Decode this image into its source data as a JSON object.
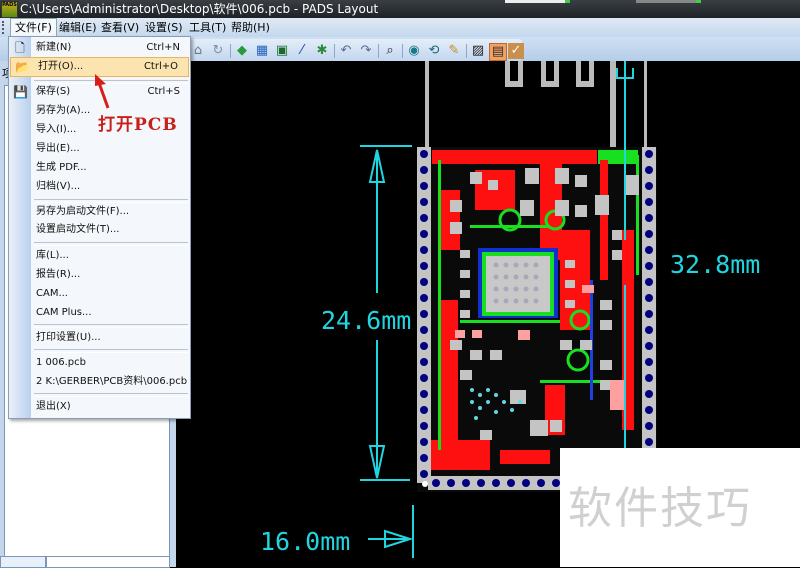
{
  "window": {
    "title": "C:\\Users\\Administrator\\Desktop\\软件\\006.pcb - PADS Layout",
    "app_icon_label": "PADS"
  },
  "menubar": {
    "items": [
      {
        "label": "文件(F)"
      },
      {
        "label": "编辑(E)"
      },
      {
        "label": "查看(V)"
      },
      {
        "label": "设置(S)"
      },
      {
        "label": "工具(T)"
      },
      {
        "label": "帮助(H)"
      }
    ]
  },
  "toolbar": {
    "icons": [
      "home-icon",
      "refresh-icon",
      "add-component-icon",
      "route-icon",
      "board-outline-icon",
      "trace-icon",
      "cluster-icon",
      "undo-icon",
      "redo-icon",
      "zoom-icon",
      "view-net-icon",
      "rotate-view-icon",
      "brush-icon",
      "screenshot-icon",
      "window-layout-icon",
      "design-verify-icon"
    ]
  },
  "left_panel": {
    "label": "项"
  },
  "file_menu": {
    "items": [
      {
        "label": "新建(N)",
        "shortcut": "Ctrl+N",
        "icon": "new-file-icon"
      },
      {
        "label": "打开(O)...",
        "shortcut": "Ctrl+O",
        "icon": "open-folder-icon",
        "highlighted": true
      },
      {
        "label": "保存(S)",
        "shortcut": "Ctrl+S",
        "icon": "save-icon"
      },
      {
        "label": "另存为(A)..."
      },
      {
        "label": "导入(I)..."
      },
      {
        "label": "导出(E)..."
      },
      {
        "label": "生成 PDF..."
      },
      {
        "label": "归档(V)..."
      },
      {
        "label": "另存为启动文件(F)..."
      },
      {
        "label": "设置启动文件(T)..."
      },
      {
        "label": "库(L)..."
      },
      {
        "label": "报告(R)..."
      },
      {
        "label": "CAM..."
      },
      {
        "label": "CAM Plus..."
      },
      {
        "label": "打印设置(U)..."
      },
      {
        "label": "1 006.pcb"
      },
      {
        "label": "2 K:\\GERBER\\PCB资料\\006.pcb"
      },
      {
        "label": "退出(X)"
      }
    ]
  },
  "annotation": {
    "text": "打开PCB",
    "color": "#c8201c"
  },
  "dimensions": {
    "height_inner": "24.6mm",
    "height_outer": "32.8mm",
    "width": "16.0mm",
    "color": "#1fd6e0"
  },
  "watermark": {
    "text": "软件技巧"
  }
}
